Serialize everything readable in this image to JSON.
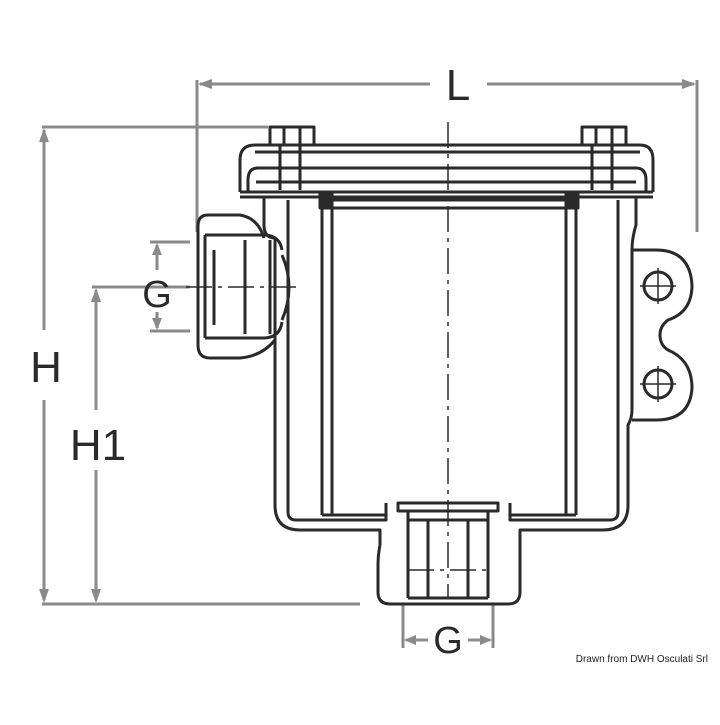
{
  "labels": {
    "length": "L",
    "height": "H",
    "height_inlet": "H1",
    "thread_side": "G",
    "thread_bottom": "G"
  },
  "credit": "Drawn from DWH Osculati Srl",
  "colors": {
    "line": "#2a2a2a",
    "dimension": "#8a8a8a",
    "background": "#ffffff"
  }
}
